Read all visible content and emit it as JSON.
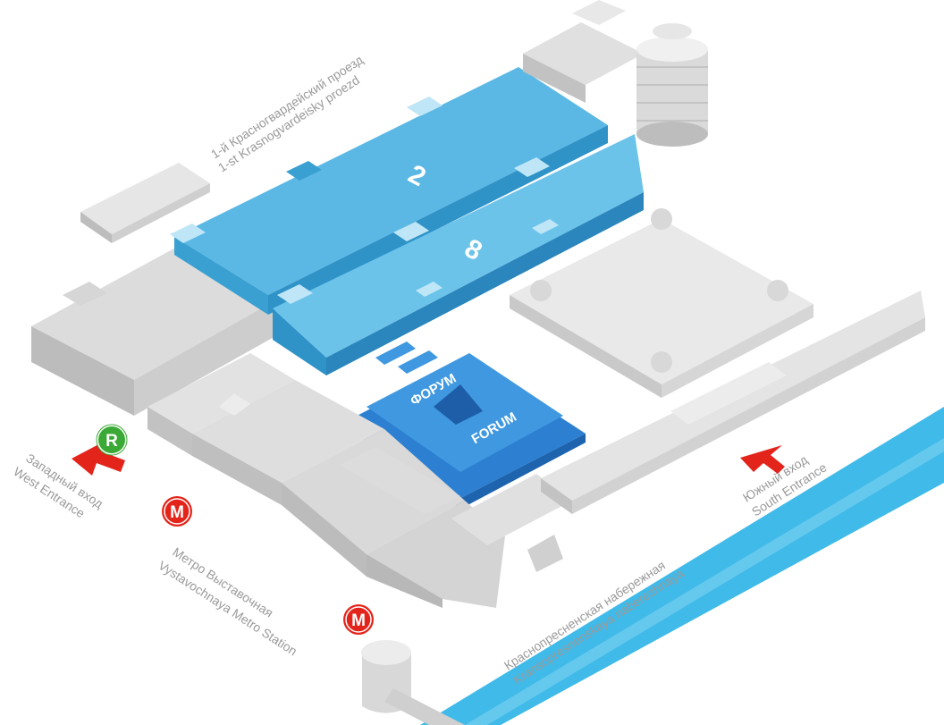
{
  "colors": {
    "hall_blue": "#4fb3e0",
    "hall_blue_dark": "#2f93c8",
    "forum_blue": "#2c7fd1",
    "building_light": "#e3e3e3",
    "building_mid": "#cfcfcf",
    "building_dark": "#b4b4b4",
    "river": "#2bb3e6",
    "metro_red": "#e3241b",
    "parking_green": "#3aa935",
    "arrow_red": "#e3241b",
    "label_gray": "#9a9a9a"
  },
  "halls": [
    {
      "number": "2"
    },
    {
      "number": "8"
    }
  ],
  "forum": {
    "label_ru": "ФОРУМ",
    "label_en": "FORUM"
  },
  "streets": {
    "north": {
      "ru": "1-й Красногвардейский проезд",
      "en": "1-st Krasnogvardeisky proezd"
    },
    "embankment": {
      "ru": "Краснопресненская набережная",
      "en": "Kransopresnenskaya naberezhnaya"
    }
  },
  "entrances": {
    "west": {
      "ru": "Западный вход",
      "en": "West Entrance",
      "icon": "red-arrow-icon"
    },
    "south": {
      "ru": "Южный вход",
      "en": "South Entrance",
      "icon": "red-arrow-icon"
    }
  },
  "metro": {
    "station_ru": "Метро Выставочная",
    "station_en": "Vystavochnaya Metro Station",
    "badge_letter": "M",
    "icon": "metro-icon"
  },
  "parking": {
    "badge_letter": "R",
    "icon": "parking-icon"
  }
}
